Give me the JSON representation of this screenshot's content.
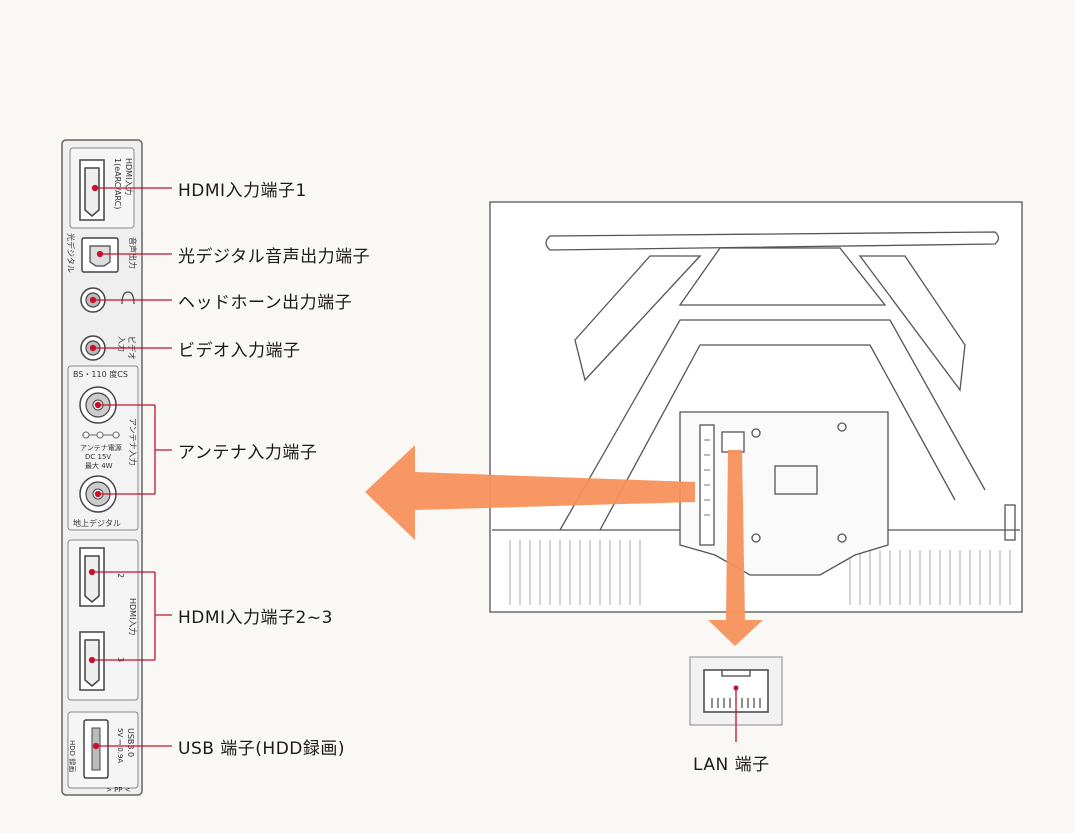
{
  "callouts": {
    "hdmi1": "HDMI入力端子1",
    "optical": "光デジタル音声出力端子",
    "headphone": "ヘッドホーン出力端子",
    "video": "ビデオ入力端子",
    "antenna": "アンテナ入力端子",
    "hdmi23": "HDMI入力端子2~3",
    "usb": "USB 端子(HDD録画)",
    "lan": "LAN 端子"
  },
  "panel_labels": {
    "hdmi1_a": "HDMI入力",
    "hdmi1_b": "1(eARC/ARC)",
    "optical_a": "音声出力",
    "optical_b": "光デジタル",
    "headphone_sym": "🎧",
    "video_a": "ビデオ",
    "video_b": "入力",
    "bs_cs": "BS・110 度CS",
    "antenna_in": "アンテナ入力",
    "antenna_power": "アンテナ電源",
    "dc": "DC 15V",
    "max": "最大 4W",
    "terrestrial": "地上デジタル",
    "hdmi_input": "HDMI入力",
    "hdmi2": "2",
    "hdmi3": "3",
    "usb_a": "USB3.0",
    "usb_b": "5V ⎓ 0.9A",
    "hdd": "HDD 録画",
    "pp": "> PP <"
  },
  "colors": {
    "leader": "#c8102e",
    "arrow": "#f7925c",
    "line_art": "#555555",
    "panel_fill": "#ececec"
  },
  "icons": [
    "hdmi-port-icon",
    "optical-port-icon",
    "headphone-jack-icon",
    "video-jack-icon",
    "antenna-connector-icon",
    "usb-port-icon",
    "lan-port-icon",
    "tv-back-illustration"
  ]
}
